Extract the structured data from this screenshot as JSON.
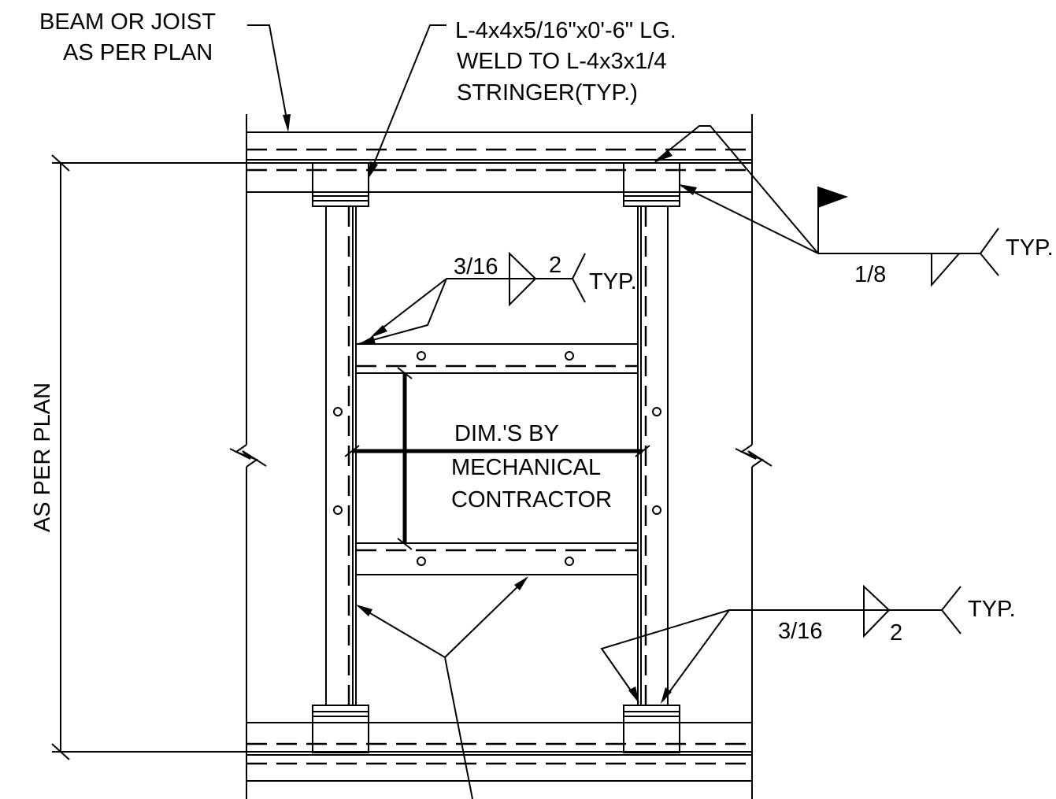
{
  "labels": {
    "beam_note": [
      "BEAM OR JOIST",
      "AS PER PLAN"
    ],
    "angle_note": [
      "L-4x4x5/16\"x0'-6\" LG.",
      "WELD TO L-4x3x1/4",
      "STRINGER(TYP.)"
    ],
    "dim_note": [
      "DIM.'S BY",
      "MECHANICAL",
      "CONTRACTOR"
    ],
    "side_dimension": "AS PER PLAN"
  },
  "welds": {
    "top_right": {
      "size": "1/8",
      "tail": "TYP."
    },
    "middle": {
      "size": "3/16",
      "length": "2",
      "tail": "TYP."
    },
    "bottom_right": {
      "size": "3/16",
      "length": "2",
      "tail": "TYP."
    }
  }
}
